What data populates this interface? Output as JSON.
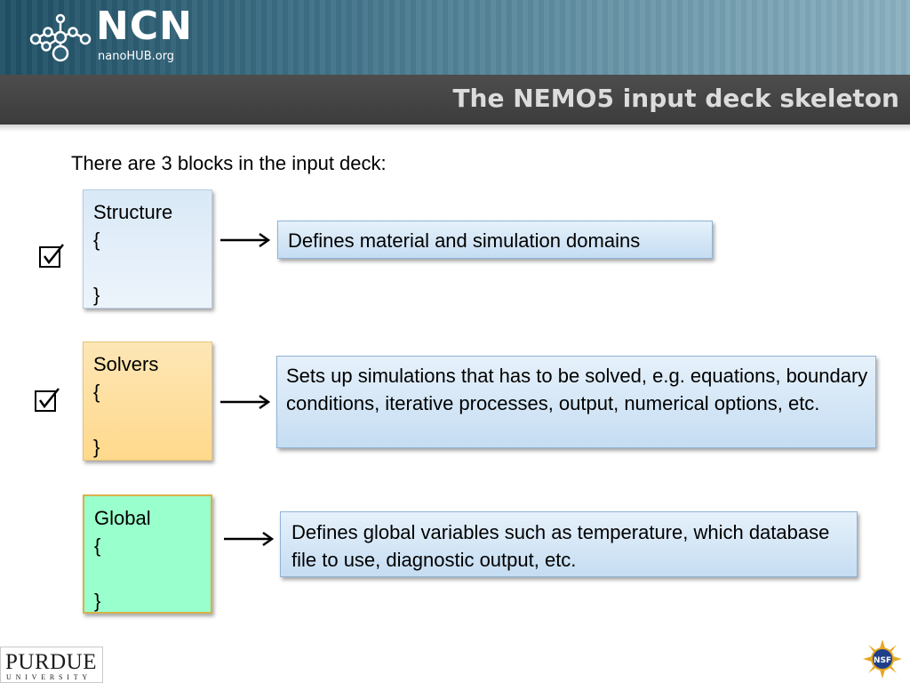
{
  "header": {
    "logo_main": "NCN",
    "logo_sub": "nanoHUB.org",
    "title": "The NEMO5 input deck skeleton"
  },
  "intro": "There are 3 blocks in the input deck:",
  "blocks": [
    {
      "name": "Structure",
      "open": "{",
      "close": "}",
      "checked": true,
      "color": "#d9e9f7",
      "description": "Defines material and simulation domains"
    },
    {
      "name": "Solvers",
      "open": "{",
      "close": "}",
      "checked": true,
      "color": "#ffd98c",
      "description": "Sets up simulations that has to be solved, e.g. equations, boundary conditions, iterative processes, output, numerical options, etc."
    },
    {
      "name": "Global",
      "open": "{",
      "close": "}",
      "checked": false,
      "color": "#99ffcc",
      "description": "Defines global variables such as temperature, which database file to use, diagnostic output, etc."
    }
  ],
  "footer": {
    "purdue_name": "PURDUE",
    "purdue_sub": "UNIVERSITY",
    "nsf": "NSF"
  }
}
